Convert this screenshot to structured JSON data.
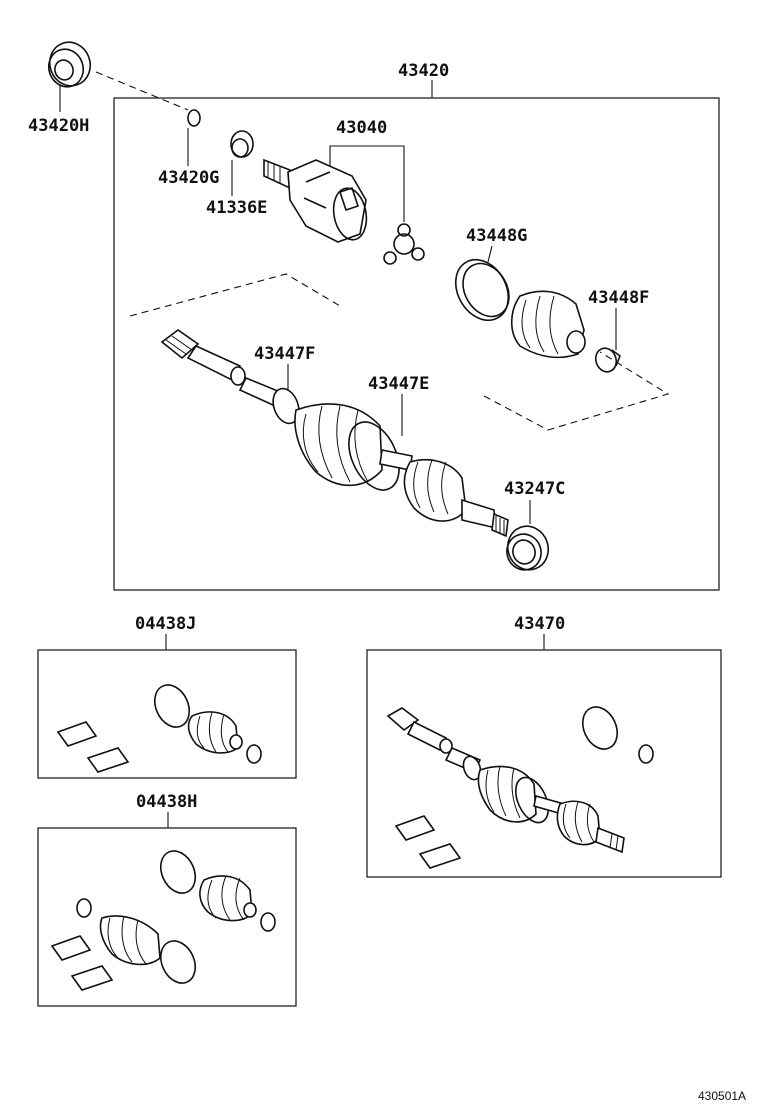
{
  "labels": {
    "p43420": "43420",
    "p43420H": "43420H",
    "p43420G": "43420G",
    "p41336E": "41336E",
    "p43040": "43040",
    "p43448G": "43448G",
    "p43448F": "43448F",
    "p43447F": "43447F",
    "p43447E": "43447E",
    "p43247C": "43247C",
    "p04438J": "04438J",
    "p04438H": "04438H",
    "p43470": "43470"
  },
  "figure_id": "430501A"
}
